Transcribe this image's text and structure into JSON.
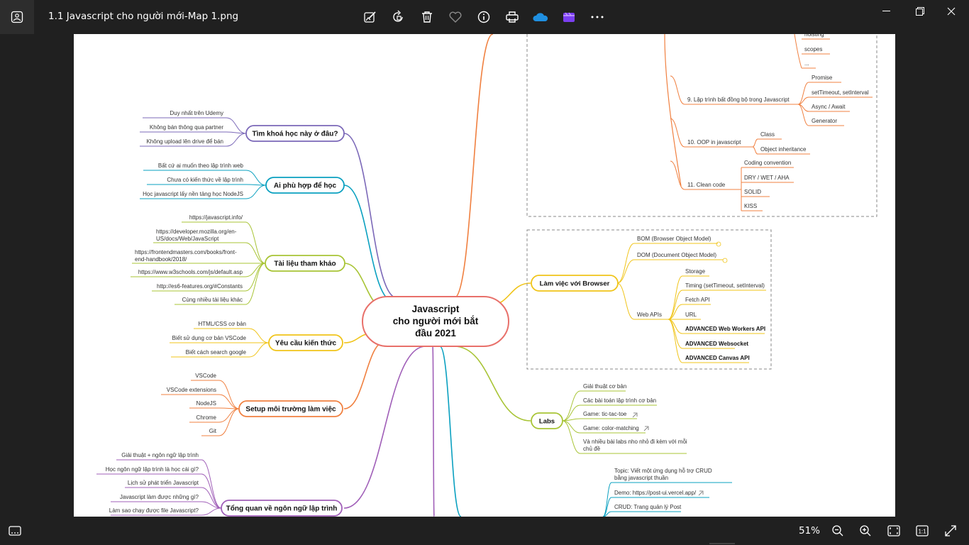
{
  "window": {
    "file_title": "1.1 Javascript cho người mới-Map 1.png",
    "toolbar_icons": [
      "edit-image-icon",
      "rotate-icon",
      "delete-icon",
      "favorite-icon",
      "info-icon",
      "print-icon",
      "onedrive-icon",
      "clipchamp-icon",
      "more-icon"
    ],
    "zoom": "51%"
  },
  "colors": {
    "purple": "#7b68b8",
    "teal": "#0aa0c0",
    "lime": "#a8c435",
    "yellow": "#f0c419",
    "orange": "#f08040",
    "violet": "#a05fb8",
    "root": "#e8706a",
    "dash": "#8a8a8a"
  },
  "mindmap": {
    "root": [
      "Javascript",
      "cho người mới bắt",
      "đầu 2021"
    ],
    "left": [
      {
        "key": "find",
        "title": "Tìm khoá học này ở đâu?",
        "items": [
          "Duy nhất trên Udemy",
          "Không bán thông qua partner",
          "Không upload lên drive để bán"
        ]
      },
      {
        "key": "who",
        "title": "Ai phù hợp để học",
        "items": [
          "Bất cứ ai muốn theo lập trình web",
          "Chưa có kiến thức về lập trình",
          "Học javascript lấy nền tảng học NodeJS"
        ]
      },
      {
        "key": "refs",
        "title": "Tài liệu tham khảo",
        "items": [
          [
            "https://javascript.info/"
          ],
          [
            "https://developer.mozilla.org/en-",
            "US/docs/Web/JavaScript"
          ],
          [
            "https://frontendmasters.com/books/front-",
            "end-handbook/2018/"
          ],
          [
            "https://www.w3schools.com/js/default.asp"
          ],
          [
            "http://es6-features.org/#Constants"
          ],
          [
            "Cùng nhiều tài liệu khác"
          ]
        ]
      },
      {
        "key": "req",
        "title": "Yêu cầu kiến thức",
        "items": [
          "HTML/CSS cơ bản",
          "Biết sử dụng cơ bản VSCode",
          "Biết cách search google"
        ]
      },
      {
        "key": "setup",
        "title": "Setup môi trường làm việc",
        "items": [
          "VSCode",
          "VSCode extensions",
          "NodeJS",
          "Chrome",
          "Git"
        ]
      },
      {
        "key": "overview",
        "title": "Tổng quan về ngôn ngữ lập trình",
        "items": [
          "Giải thuật + ngôn ngữ lập trình",
          "Học ngôn ngữ lập trình là học cái gì?",
          "Lịch sử phát triển Javascript",
          "Javascript làm được những gì?",
          "Làm sao chạy được file Javascript?"
        ]
      }
    ],
    "top_section": {
      "hoisting": "hoisting",
      "scopes": "scopes",
      "ellipsis": "...",
      "async_title": "9. Lập trình bất đồng bộ trong Javascript",
      "async_items": [
        "Promise",
        "setTimeout, setInterval",
        "Async / Await",
        "Generator"
      ],
      "oop_title": "10. OOP in javascript",
      "oop_items": [
        "Class",
        "Object inheritance"
      ],
      "clean_title": "11. Clean code",
      "clean_items": [
        "Coding convention",
        "DRY / WET / AHA",
        "SOLID",
        "KISS"
      ]
    },
    "browser": {
      "title": "Làm việc với Browser",
      "bom": "BOM (Browser Object Model)",
      "dom": "DOM (Document Object Model)",
      "webapis": "Web APIs",
      "webapi_items": [
        "Storage",
        "Timing (setTimeout, setInterval)",
        "Fetch API",
        "URL"
      ],
      "advanced_items": [
        "ADVANCED Web Workers API",
        "ADVANCED Websocket",
        "ADVANCED Canvas API"
      ]
    },
    "labs": {
      "title": "Labs",
      "items": [
        [
          "Giải thuật cơ bản"
        ],
        [
          "Các bài toán lập trình cơ bản"
        ],
        [
          "Game: tic-tac-toe"
        ],
        [
          "Game: color-matching"
        ],
        [
          "Và nhiều bài labs nho nhỏ đi kèm với mỗi",
          "chủ đề"
        ]
      ]
    },
    "project": {
      "topic": [
        "Topic: Viết một ứng dụng hỗ trợ CRUD",
        "bằng javascript thuần"
      ],
      "demo": "Demo: https://post-ui.vercel.app/",
      "crud": "CRUD: Trang quản lý Post"
    }
  }
}
